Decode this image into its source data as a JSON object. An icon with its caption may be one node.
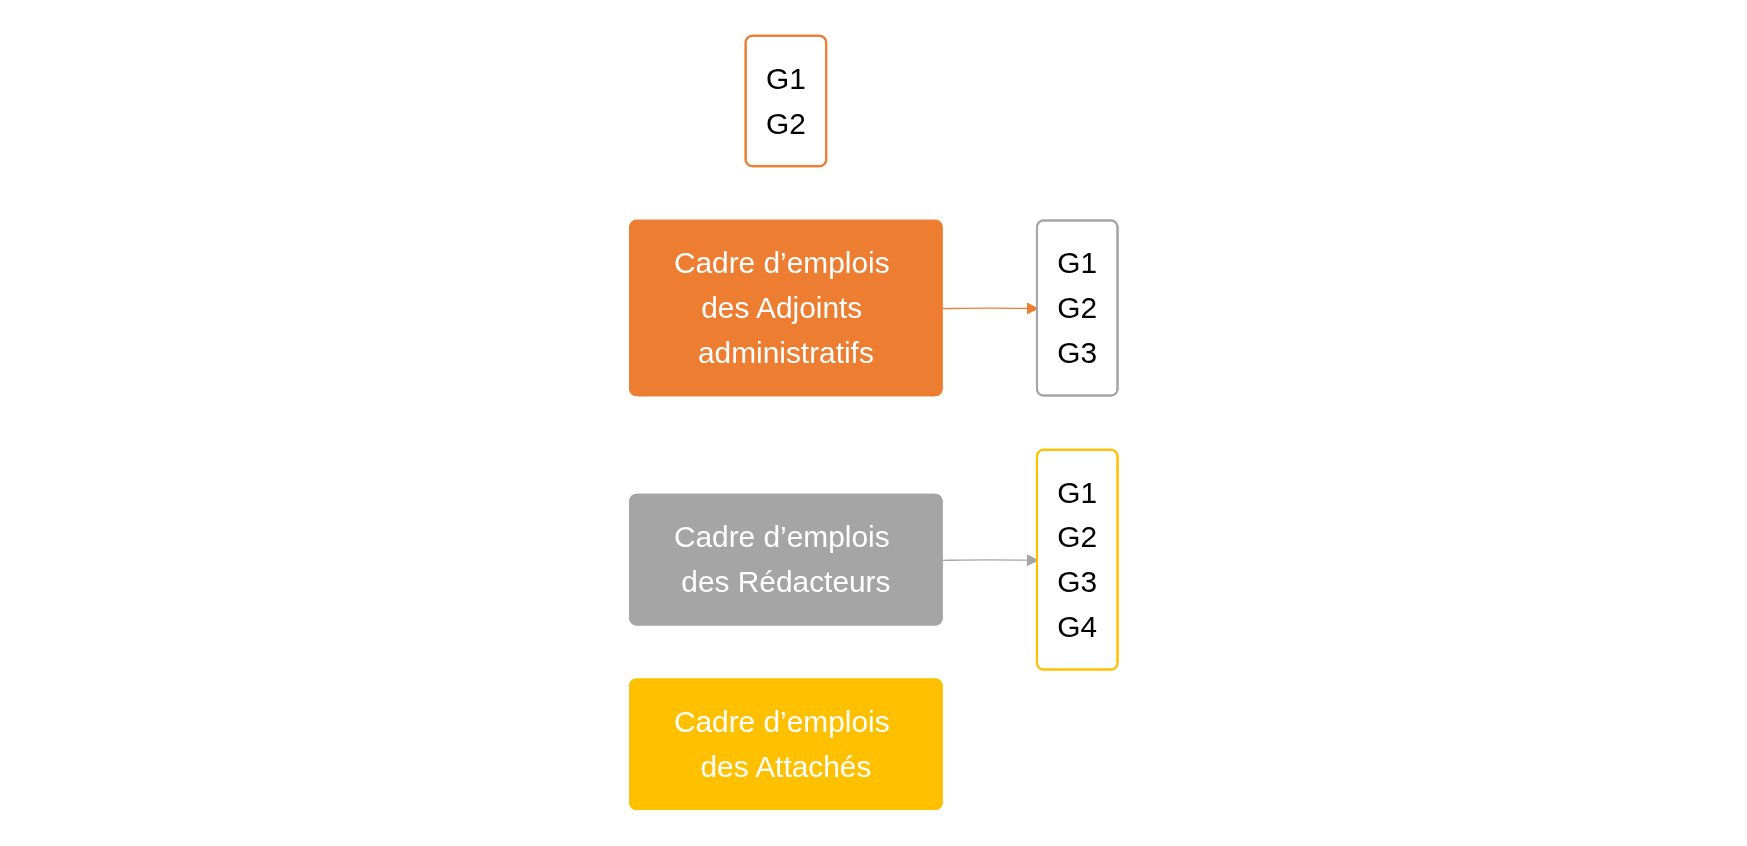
{
  "diagram": {
    "nodes": [
      {
        "text": [
          "G1",
          "G2"
        ]
      },
      {
        "text": [
          "Cadre d’emplois des Adjoints administratifs"
        ]
      },
      {
        "text": [
          "Cadre d’emplois des Rédacteurs"
        ]
      },
      {
        "text": [
          "G1",
          "G2",
          "G3"
        ]
      },
      {
        "text": [
          "G1",
          "G2",
          "G3",
          "G4"
        ]
      },
      {
        "text": [
          "Cadre d’emplois des Attachés"
        ]
      }
    ],
    "edges": [
      {
        "from": 1,
        "to": 3,
        "arrow": "to",
        "color": "#ed7d31"
      },
      {
        "from": 2,
        "to": 4,
        "arrow": "to",
        "color": "#a5a5a5"
      }
    ]
  }
}
